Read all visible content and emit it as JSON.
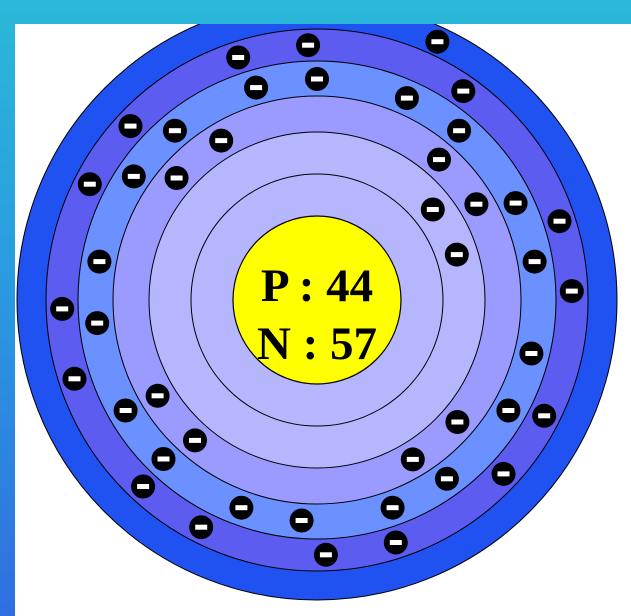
{
  "nucleus": {
    "protons_label": "P : 44",
    "neutrons_label": "N : 57",
    "color": "#ffff00"
  },
  "shells": {
    "count": 5,
    "electrons_per_shell": [
      2,
      8,
      18,
      15,
      1
    ],
    "colors": [
      "#b6b6ff",
      "#9a9aff",
      "#6a91ff",
      "#5c5cf0",
      "#1f52f0"
    ]
  },
  "electron": {
    "symbol": "−",
    "color": "#000000",
    "label_color": "#ffffff"
  }
}
